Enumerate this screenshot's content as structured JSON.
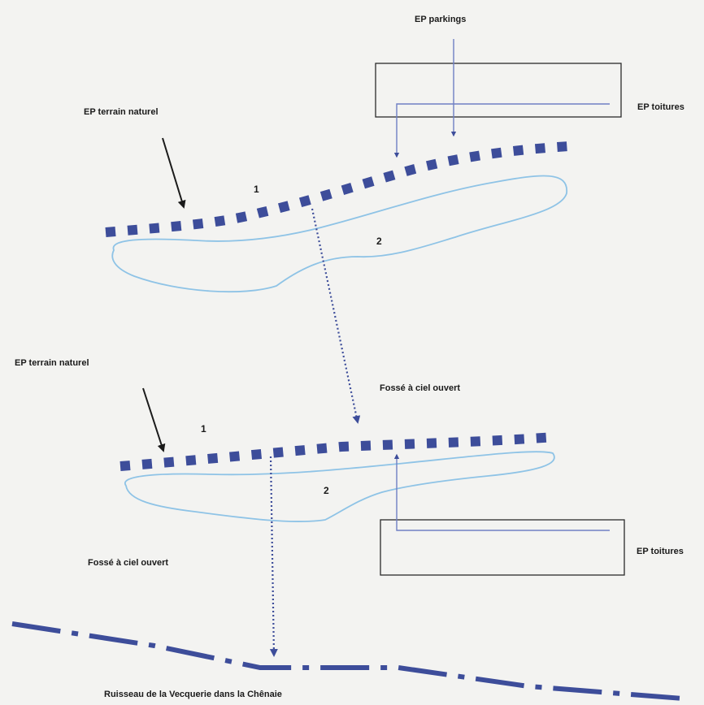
{
  "labels": {
    "ep_parkings": "EP parkings",
    "ep_toitures_top": "EP toitures",
    "ep_terrain_naturel_top": "EP terrain naturel",
    "zone1_top": "1",
    "zone2_top": "2",
    "ep_terrain_naturel_mid": "EP terrain naturel",
    "fosse_top": "Fossé à ciel ouvert",
    "zone1_mid": "1",
    "zone2_mid": "2",
    "ep_toitures_bottom": "EP toitures",
    "fosse_bottom": "Fossé à ciel ouvert",
    "ruisseau": "Ruisseau de la Vecquerie dans la Chênaie"
  },
  "colors": {
    "background": "#f3f3f1",
    "dashed_line": "#3d4d9a",
    "outline": "#8ec3e6",
    "box_border": "#2a2a2a",
    "pipe": "#6f7fc4",
    "arrow": "#1a1a1a"
  }
}
